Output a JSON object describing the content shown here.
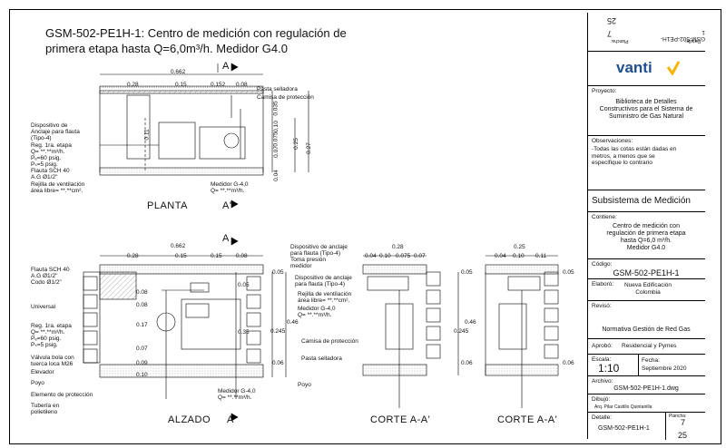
{
  "title": {
    "line1": "GSM-502-PE1H-1: Centro de medición con regulación de",
    "line2": "primera etapa hasta Q=6,0m³/h.  Medidor G4.0"
  },
  "views": {
    "planta": "PLANTA",
    "alzado": "ALZADO",
    "corte1": "CORTE A-A'",
    "corte2": "CORTE A-A'",
    "section_a": "A",
    "section_a_prime": "A'"
  },
  "planta_dims": {
    "total": "0.662",
    "d1": "0.28",
    "d2": "0.15",
    "d3": "0.152",
    "d4": "0.08",
    "v1": "0.035",
    "v2": "0.10",
    "v3": "0.075",
    "v4": "0.07",
    "v5": "0.04",
    "v6": "0.11",
    "v7": "0.25",
    "v8": "0.27"
  },
  "planta_labels": {
    "pasta": "Pasta selladora",
    "camisa": "Camisa de protección",
    "dispositivo": "Dispositivo de\nAnclaje para flauta\n(Tipo-4)",
    "reg": "Reg. 1ra. etapa\nQ= **.**m³/h.\nPₑ=60 psig.\nPₛ=5 psig.",
    "flauta": "Flauta SCH 40\nA.G Ø1/2\"",
    "rejilla": "Rejilla de ventilación\nárea libre= **.**cm².",
    "medidor": "Medidor G-4,0\nQ= **.**m³/h."
  },
  "alzado_dims": {
    "total": "0.662",
    "d1": "0.28",
    "d2": "0.15",
    "d3": "0.15",
    "d4": "0.08",
    "v08a": "0.08",
    "v08b": "0.08",
    "v17": "0.17",
    "v07": "0.07",
    "v09": "0.09",
    "v35": "0.35",
    "v10": "0.10",
    "v46": "0.46",
    "v05a": "0.05",
    "v05b": "0.05",
    "v245": "0.245",
    "v06": "0.06",
    "v46b": "0.46"
  },
  "alzado_labels": {
    "flauta": "Flauta SCH 40\nA.G Ø1/2\"\nCodo Ø1/2\"",
    "universal": "Universal",
    "reg": "Reg. 1ra. etapa\nQ= **.**m³/h.\nPₑ=60 psig.\nPₛ=5 psig.",
    "valvula": "Válvula bola con\ntuerca loca M26",
    "elevador": "Elevador",
    "poyo": "Poyo",
    "elemento": "Elemento de protección",
    "tuberia": "Tubería en\npolietileno",
    "disp_top": "Dispositivo de anclaje\npara flauta (Tipo-4)",
    "toma": "Toma presión\nmedidor",
    "disp_mid": "Dispositivo de anclaje\npara flauta (Tipo-4)",
    "rejilla": "Rejilla de ventilación\nárea libre=   **.**cm².",
    "medidor": "Medidor G-4,0\nQ= **.**m³/h.",
    "camisa": "Camisa de protección",
    "pasta": "Pasta selladora",
    "poyo2": "Poyo",
    "medidor_bottom": "Medidor G-4,0\nQ= **.**m³/h."
  },
  "corte1_dims": {
    "total": "0.28",
    "a": "0.04",
    "b": "0.10",
    "c": "0.075",
    "d": "0.07",
    "v46": "0.46",
    "v245": "0.245",
    "v05": "0.05",
    "v06": "0.06"
  },
  "corte2_dims": {
    "total": "0.25",
    "a": "0.04",
    "b": "0.10",
    "c": "0.11",
    "v05": "0.05",
    "v06": "0.06"
  },
  "titleblock": {
    "top_detail_label": "Detalle:",
    "top_detail_value": "GSM-502-PE1H-1",
    "top_plancha_label": "Plancha:",
    "top_plancha_value": "7",
    "top_num": "25",
    "logo": "vanti",
    "proyecto_cap": "Proyecto:",
    "proyecto": "Biblioteca de Detalles\nConstructivos para el Sistema de\nSuministro de Gas Natural",
    "observ_cap": "Observaciones:",
    "observ": "-Todas las cotas están dadas en\nmetros, a menos que se\nespecifique lo contrario",
    "subsistema": "Subsistema de Medición",
    "contiene_cap": "Contiene:",
    "contiene": "Centro de medición con\nregulación de primera etapa\nhasta Q=6,0 m³/h.\nMedidor G4.0",
    "codigo_cap": "Código:",
    "codigo": "GSM-502-PE1H-1",
    "elaboro_cap": "Elaboró:",
    "elaboro": "Nueva Edificación\nColombia",
    "reviso_cap": "Revisó:",
    "reviso": "Normativa Gestión de Red Gas",
    "aprobo_cap": "Aprobó:",
    "aprobo": "Residencial y Pymes",
    "escala_cap": "Escala:",
    "escala": "1:10",
    "fecha_cap": "Fecha:",
    "fecha": "Septiembre 2020",
    "archivo_cap": "Archivo:",
    "archivo": "GSM-502-PE1H-1.dwg",
    "dibujo_cap": "Dibujó:",
    "dibujo": "Arq. Pilar Castillo Quintanilla",
    "detalle_cap": "Detalle:",
    "detalle": "GSM-502-PE1H-1",
    "plancha_cap": "Plancha:",
    "plancha": "7",
    "num": "25"
  },
  "colors": {
    "accent": "#f7b500",
    "logo_text": "#1d4f91",
    "line": "#000000"
  }
}
